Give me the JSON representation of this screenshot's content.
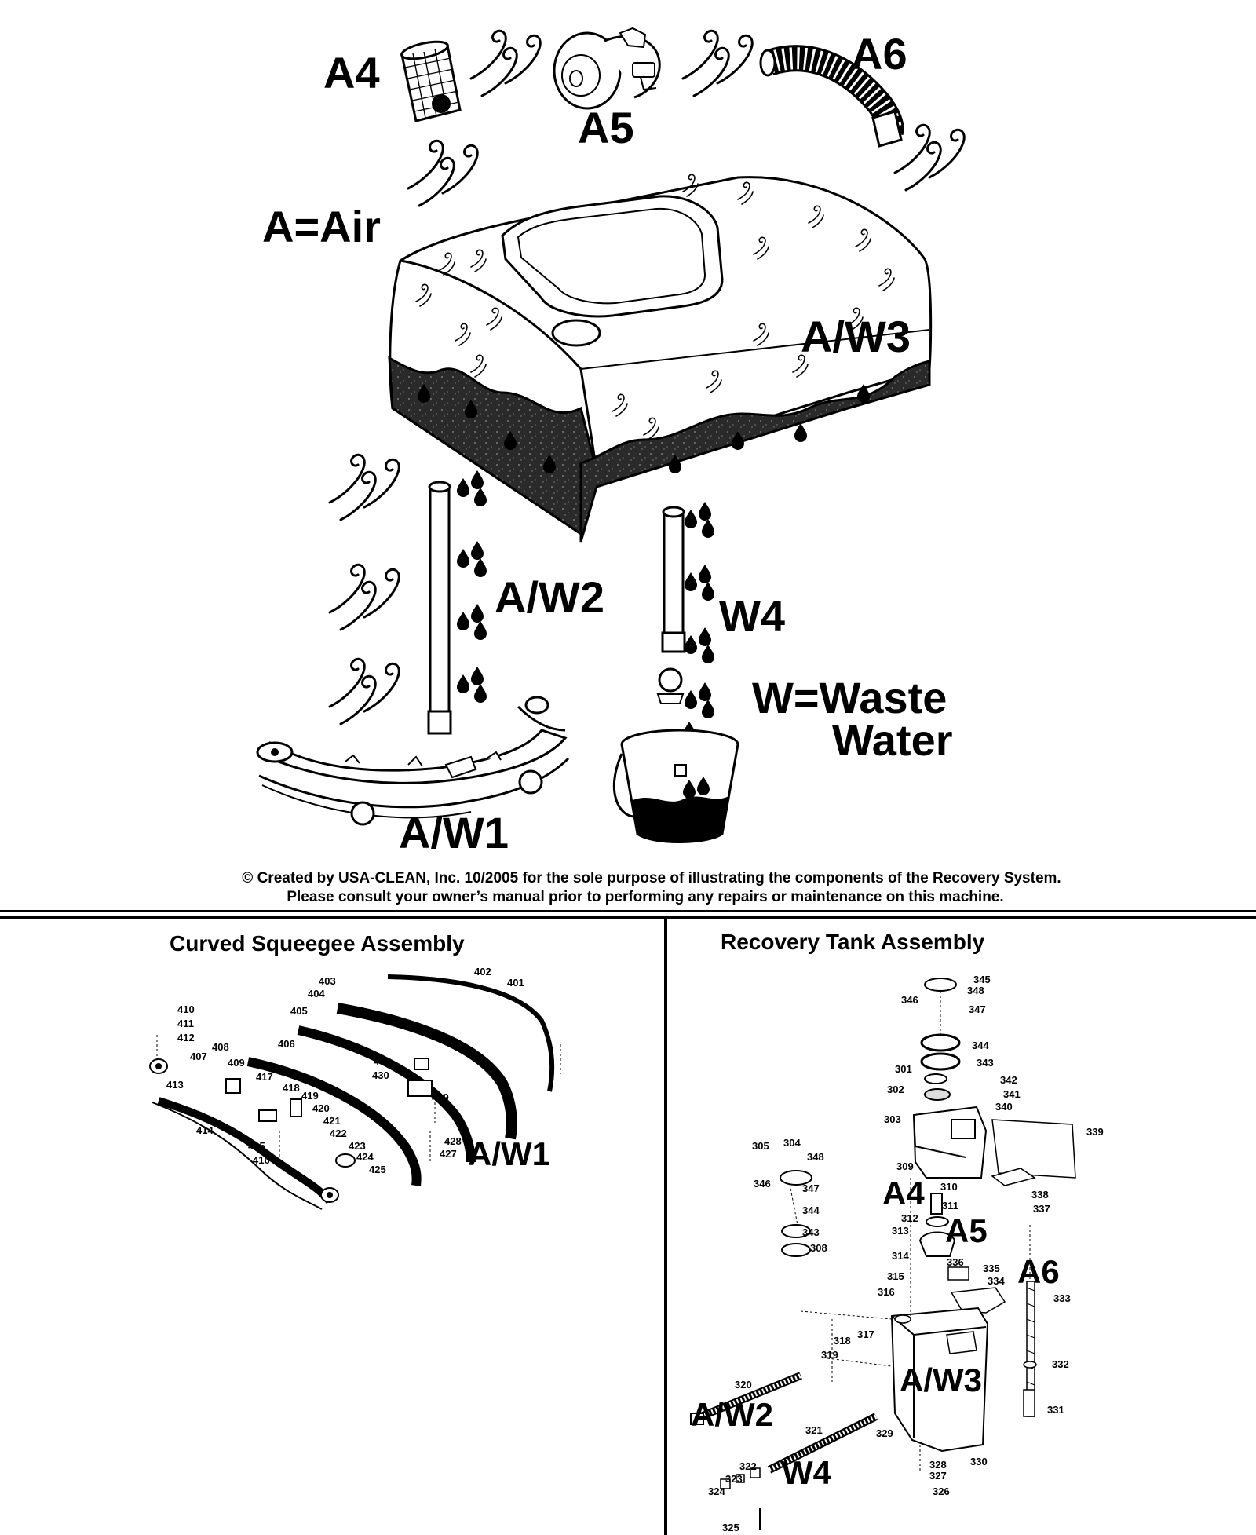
{
  "flow_diagram": {
    "labels": {
      "a4": "A4",
      "a5": "A5",
      "a6": "A6",
      "aw3": "A/W3",
      "aw2": "A/W2",
      "w4": "W4",
      "aw1": "A/W1",
      "legend_air": "A=Air",
      "legend_water_line1": "W=Waste",
      "legend_water_line2": "Water"
    },
    "copyright_line1": "© Created by USA-CLEAN, Inc. 10/2005 for the sole purpose of illustrating the components of the Recovery System.",
    "copyright_line2": "Please consult your owner’s manual prior to performing any repairs or maintenance on this machine."
  },
  "squeegee_panel": {
    "title": "Curved Squeegee Assembly",
    "callout": "A/W1",
    "part_numbers": [
      "401",
      "402",
      "403",
      "404",
      "405",
      "406",
      "407",
      "408",
      "409",
      "410",
      "411",
      "412",
      "413",
      "414",
      "415",
      "416",
      "417",
      "418",
      "419",
      "420",
      "421",
      "422",
      "423",
      "424",
      "425",
      "427",
      "428",
      "429",
      "430",
      "431"
    ]
  },
  "tank_panel": {
    "title": "Recovery Tank Assembly",
    "callouts": {
      "a4": "A4",
      "a5": "A5",
      "a6": "A6",
      "aw3": "A/W3",
      "aw2": "A/W2",
      "w4": "W4"
    },
    "part_numbers": [
      "345",
      "348",
      "346",
      "347",
      "344",
      "343",
      "301",
      "302",
      "342",
      "341",
      "340",
      "303",
      "339",
      "309",
      "310",
      "338",
      "337",
      "311",
      "312",
      "313",
      "314",
      "336",
      "335",
      "334",
      "315",
      "316",
      "333",
      "305",
      "304",
      "348",
      "346",
      "347",
      "344",
      "343",
      "308",
      "317",
      "318",
      "319",
      "320",
      "332",
      "331",
      "330",
      "321",
      "329",
      "328",
      "327",
      "326",
      "322",
      "323",
      "324",
      "325"
    ]
  },
  "colors": {
    "ink": "#000000",
    "waste": "#2a2a2a",
    "paper": "#ffffff"
  },
  "icons": [
    "air-swirl-icon",
    "water-drop-icon"
  ]
}
